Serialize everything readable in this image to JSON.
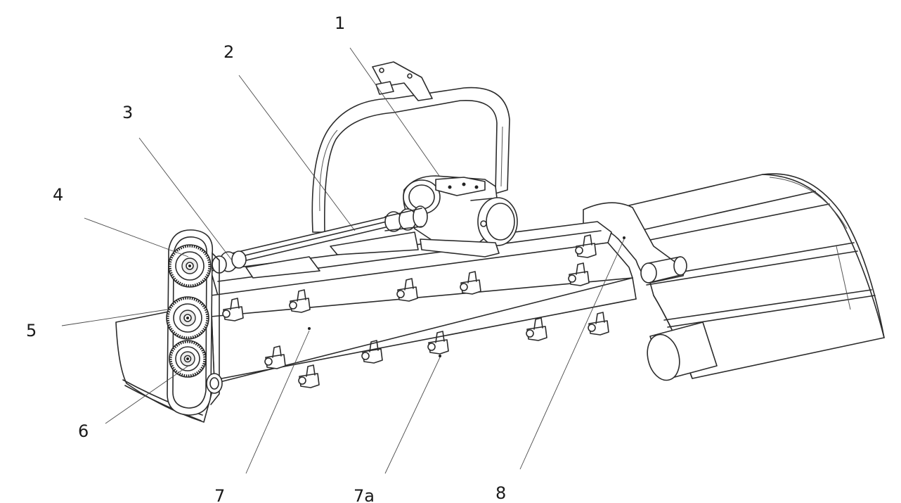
{
  "figure": {
    "background_color": "#ffffff",
    "line_color": "#2b2b2b"
  },
  "callouts": [
    {
      "id": "c1",
      "label": "1"
    },
    {
      "id": "c2",
      "label": "2"
    },
    {
      "id": "c3",
      "label": "3"
    },
    {
      "id": "c4",
      "label": "4"
    },
    {
      "id": "c5",
      "label": "5"
    },
    {
      "id": "c6",
      "label": "6"
    },
    {
      "id": "c7",
      "label": "7"
    },
    {
      "id": "c7a",
      "label": "7a"
    },
    {
      "id": "c8",
      "label": "8"
    }
  ]
}
